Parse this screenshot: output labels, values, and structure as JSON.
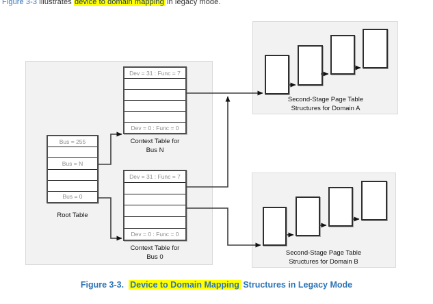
{
  "intro": {
    "link_text": "Figure 3-3",
    "text_before_highlight": " illustrates ",
    "highlight_text": "device to domain mapping",
    "text_after_highlight": " in legacy mode."
  },
  "diagram": {
    "root_table": {
      "label": "Root Table",
      "rows": [
        "Bus = 255",
        "",
        "Bus = N",
        "",
        "",
        "Bus = 0"
      ]
    },
    "context_table_bus_n": {
      "label_line1": "Context Table for",
      "label_line2": "Bus N",
      "rows": [
        "Dev = 31 : Func = 7",
        "",
        "",
        "",
        "",
        "Dev = 0 : Func = 0"
      ]
    },
    "context_table_bus_0": {
      "label_line1": "Context Table for",
      "label_line2": "Bus 0",
      "rows": [
        "Dev = 31 : Func = 7",
        "",
        "",
        "",
        "",
        "Dev = 0 : Func = 0"
      ]
    },
    "domain_a": {
      "label_line1": "Second-Stage Page Table",
      "label_line2": "Structures for Domain A",
      "page_table_count": 4
    },
    "domain_b": {
      "label_line1": "Second-Stage Page Table",
      "label_line2": "Structures for Domain B",
      "page_table_count": 4
    }
  },
  "caption": {
    "prefix": "Figure 3-3.",
    "highlight_text": "Device to Domain Mapping",
    "suffix": " Structures in Legacy Mode"
  },
  "colors": {
    "hyperlink_blue": "#3575bd",
    "caption_blue": "#2e74b5",
    "highlight_yellow": "#ffff00",
    "panel_fill": "#f2f2f2",
    "panel_border": "#d9d9d9",
    "cell_text_gray": "#8c8c8c",
    "connector_line": "#3d3d3d"
  }
}
